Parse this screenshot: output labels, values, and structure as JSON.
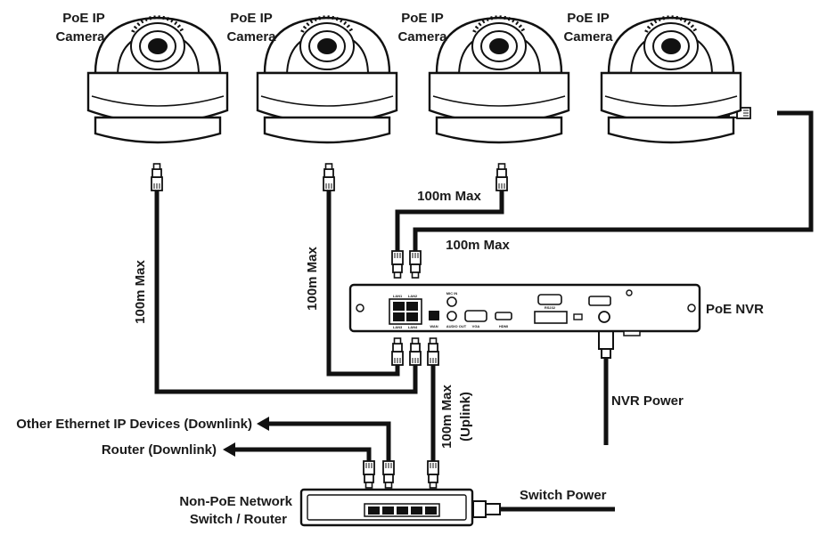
{
  "cameras": [
    {
      "line1": "PoE IP",
      "line2": "Camera"
    },
    {
      "line1": "PoE IP",
      "line2": "Camera"
    },
    {
      "line1": "PoE IP",
      "line2": "Camera"
    },
    {
      "line1": "PoE IP",
      "line2": "Camera"
    }
  ],
  "cables": {
    "cam1": "100m Max",
    "cam2": "100m Max",
    "cam3": "100m Max",
    "cam4": "100m Max",
    "uplink_line1": "100m Max",
    "uplink_line2": "(Uplink)"
  },
  "nvr": {
    "label": "PoE NVR",
    "power_label": "NVR Power",
    "port_labels": [
      "LAN1",
      "LAN2",
      "LAN3",
      "LAN4",
      "WAN",
      "MIC IN",
      "AUDIO OUT",
      "VGA",
      "HDMI",
      "RS232"
    ]
  },
  "switch": {
    "line1": "Non-PoE Network",
    "line2": "Switch / Router",
    "power_label": "Switch Power"
  },
  "downlinks": {
    "other": "Other Ethernet IP Devices (Downlink)",
    "router": "Router (Downlink)"
  }
}
